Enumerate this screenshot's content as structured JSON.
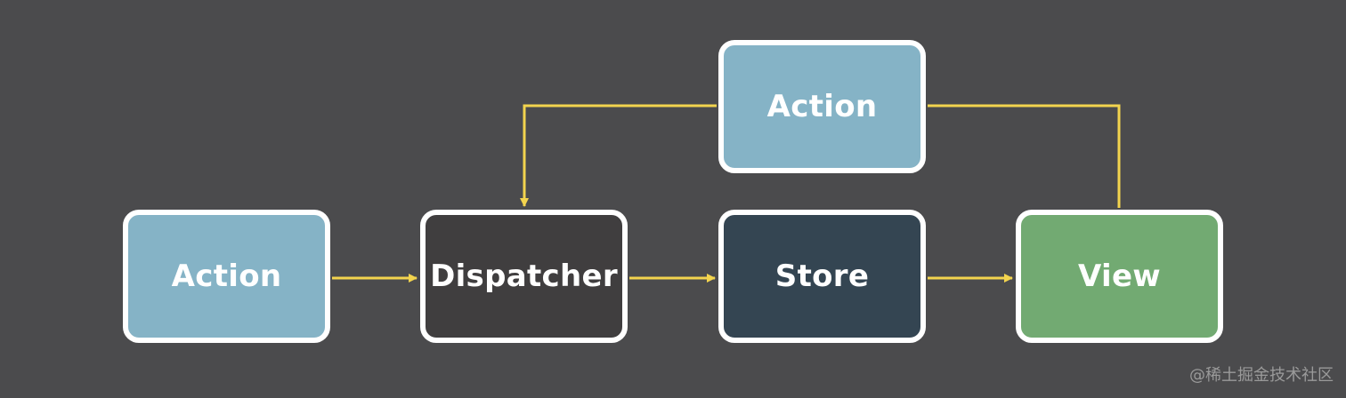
{
  "diagram": {
    "nodes": {
      "action_top": {
        "label": "Action",
        "color": "#85b3c6"
      },
      "action_left": {
        "label": "Action",
        "color": "#85b3c6"
      },
      "dispatcher": {
        "label": "Dispatcher",
        "color": "#403e3f"
      },
      "store": {
        "label": "Store",
        "color": "#344552"
      },
      "view": {
        "label": "View",
        "color": "#72aa72"
      }
    },
    "edges": [
      {
        "from": "action_left",
        "to": "dispatcher"
      },
      {
        "from": "dispatcher",
        "to": "store"
      },
      {
        "from": "store",
        "to": "view"
      },
      {
        "from": "view",
        "to": "action_top"
      },
      {
        "from": "action_top",
        "to": "dispatcher"
      }
    ],
    "arrow_color": "#f3d44e"
  },
  "watermark": "@稀土掘金技术社区"
}
